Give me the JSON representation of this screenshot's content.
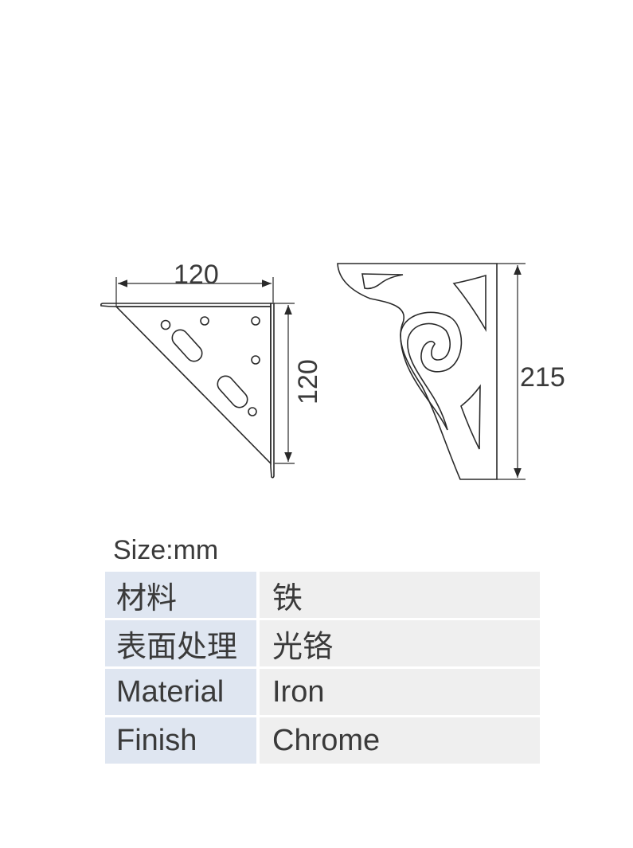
{
  "diagram": {
    "dimension_labels": {
      "bracket_width": "120",
      "bracket_height": "120",
      "decor_height": "215"
    },
    "line_color": "#2a2a2a",
    "text_color": "#3a3a3a"
  },
  "size_unit": "Size:mm",
  "spec_table": {
    "rows": [
      {
        "key": "材料",
        "value": "铁"
      },
      {
        "key": "表面处理",
        "value": "光铬"
      },
      {
        "key": "Material",
        "value": "Iron"
      },
      {
        "key": "Finish",
        "value": "Chrome"
      }
    ],
    "key_bg": "#dfe6f1",
    "value_bg": "#efefef"
  }
}
